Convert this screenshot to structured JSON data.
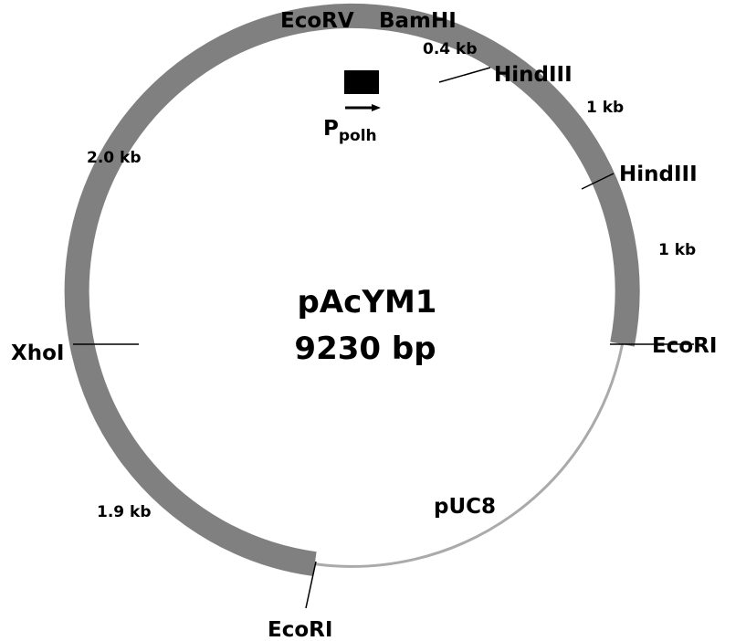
{
  "plasmid": {
    "name": "pAcYM1",
    "size": "9230 bp"
  },
  "restriction_sites": {
    "ecorv": "EcoRV",
    "bamhi": "BamHI",
    "hindiii_1": "HindIII",
    "hindiii_2": "HindIII",
    "ecori_right": "EcoRI",
    "ecori_bottom": "EcoRI",
    "xhoi": "XhoI"
  },
  "fragment_sizes": {
    "bamhi_to_hindiii": "0.4 kb",
    "hindiii_to_hindiii": "1 kb",
    "hindiii_to_ecori": "1 kb",
    "ecori_to_xhoi": "1.9 kb",
    "xhoi_to_ecorv": "2.0 kb"
  },
  "regions": {
    "vector_backbone": "pUC8"
  },
  "promoter": {
    "letter": "P",
    "subscript": "polh"
  },
  "colors": {
    "baculovirus_segment": "#808080",
    "vector_segment": "#aaaaaa",
    "promoter_block": "#000000",
    "text": "#000000"
  }
}
